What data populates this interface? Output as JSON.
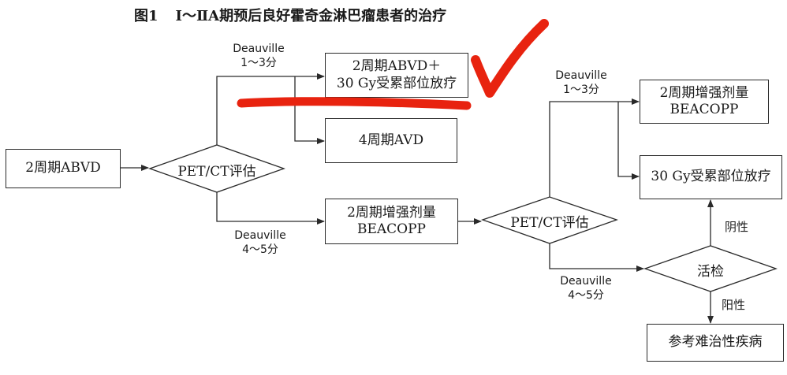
{
  "figure": {
    "label": "图1",
    "title": "Ⅰ～ⅡA期预后良好霍奇金淋巴瘤患者的治疗"
  },
  "nodes": {
    "start": "2周期ABVD",
    "petct1": "PET/CT评估",
    "abvd_rt": [
      "2周期ABVD＋",
      "30 Gy受累部位放疗"
    ],
    "avd": "4周期AVD",
    "beacopp1": [
      "2周期增强剂量",
      "BEACOPP"
    ],
    "petct2": "PET/CT评估",
    "beacopp2": [
      "2周期增强剂量",
      "BEACOPP"
    ],
    "rt": "30 Gy受累部位放疗",
    "biopsy": "活检",
    "refractory": "参考难治性疾病"
  },
  "edge_labels": {
    "d13_upper": [
      "Deauville",
      "1～3分"
    ],
    "d45_lower": [
      "Deauville",
      "4～5分"
    ],
    "d13_right": [
      "Deauville",
      "1～3分"
    ],
    "d45_right": [
      "Deauville",
      "4～5分"
    ],
    "negative": "阴性",
    "positive": "阳性"
  },
  "annotations": {
    "color": "#e8230f",
    "strike": "red-strike-line",
    "check": "red-checkmark"
  }
}
